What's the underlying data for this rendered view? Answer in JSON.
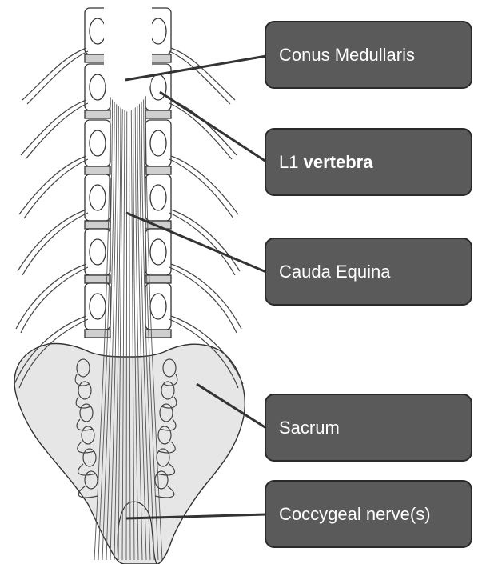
{
  "labels": {
    "conus": "Conus Medullaris",
    "l1_prefix": "L1",
    "l1_bold": "vertebra",
    "cauda": "Cauda Equina",
    "sacrum": "Sacrum",
    "coccygeal": "Coccygeal nerve(s)"
  },
  "colors": {
    "box_fill": "#5a5a5a",
    "box_border": "#2a2a2a",
    "line": "#333333",
    "sacrum_fill": "#e6e6e6",
    "disc_fill": "#cfcfcf"
  }
}
